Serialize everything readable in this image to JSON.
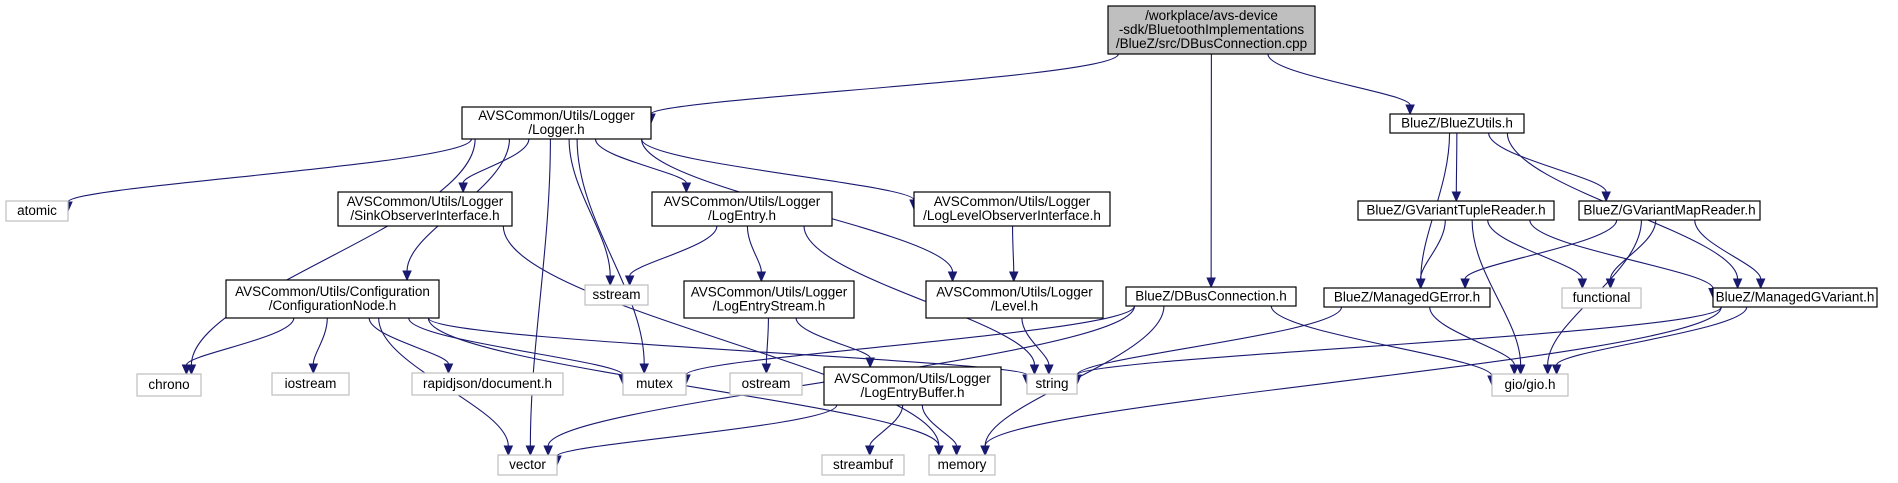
{
  "colors": {
    "edge": "#191970",
    "root_fill": "#bfbfbf",
    "node_fill": "#ffffff",
    "node_border": "#000000",
    "external_border": "#bfbfbf"
  },
  "nodes": [
    {
      "id": "root",
      "kind": "root",
      "lines": [
        "/workplace/avs-device",
        "-sdk/BluetoothImplementations",
        "/BlueZ/src/DBusConnection.cpp"
      ]
    },
    {
      "id": "logger",
      "kind": "file",
      "lines": [
        "AVSCommon/Utils/Logger",
        "/Logger.h"
      ]
    },
    {
      "id": "dbusconn",
      "kind": "file",
      "lines": [
        "BlueZ/DBusConnection.h"
      ]
    },
    {
      "id": "bluezutils",
      "kind": "file",
      "lines": [
        "BlueZ/BlueZUtils.h"
      ]
    },
    {
      "id": "atomic",
      "kind": "external",
      "lines": [
        "atomic"
      ]
    },
    {
      "id": "sinkobs",
      "kind": "file",
      "lines": [
        "AVSCommon/Utils/Logger",
        "/SinkObserverInterface.h"
      ]
    },
    {
      "id": "logentry",
      "kind": "file",
      "lines": [
        "AVSCommon/Utils/Logger",
        "/LogEntry.h"
      ]
    },
    {
      "id": "loglevelobs",
      "kind": "file",
      "lines": [
        "AVSCommon/Utils/Logger",
        "/LogLevelObserverInterface.h"
      ]
    },
    {
      "id": "confignode",
      "kind": "file",
      "lines": [
        "AVSCommon/Utils/Configuration",
        "/ConfigurationNode.h"
      ]
    },
    {
      "id": "sstream",
      "kind": "external",
      "lines": [
        "sstream"
      ]
    },
    {
      "id": "logentrystream",
      "kind": "file",
      "lines": [
        "AVSCommon/Utils/Logger",
        "/LogEntryStream.h"
      ]
    },
    {
      "id": "level",
      "kind": "file",
      "lines": [
        "AVSCommon/Utils/Logger",
        "/Level.h"
      ]
    },
    {
      "id": "tuplereader",
      "kind": "file",
      "lines": [
        "BlueZ/GVariantTupleReader.h"
      ]
    },
    {
      "id": "mapreader",
      "kind": "file",
      "lines": [
        "BlueZ/GVariantMapReader.h"
      ]
    },
    {
      "id": "managedgerror",
      "kind": "file",
      "lines": [
        "BlueZ/ManagedGError.h"
      ]
    },
    {
      "id": "functional",
      "kind": "external",
      "lines": [
        "functional"
      ]
    },
    {
      "id": "managedgvariant",
      "kind": "file",
      "lines": [
        "BlueZ/ManagedGVariant.h"
      ]
    },
    {
      "id": "chrono",
      "kind": "external",
      "lines": [
        "chrono"
      ]
    },
    {
      "id": "iostream",
      "kind": "external",
      "lines": [
        "iostream"
      ]
    },
    {
      "id": "rapidjson",
      "kind": "external",
      "lines": [
        "rapidjson/document.h"
      ]
    },
    {
      "id": "mutex",
      "kind": "external",
      "lines": [
        "mutex"
      ]
    },
    {
      "id": "ostream",
      "kind": "external",
      "lines": [
        "ostream"
      ]
    },
    {
      "id": "logentrybuffer",
      "kind": "file",
      "lines": [
        "AVSCommon/Utils/Logger",
        "/LogEntryBuffer.h"
      ]
    },
    {
      "id": "string",
      "kind": "external",
      "lines": [
        "string"
      ]
    },
    {
      "id": "giogio",
      "kind": "external",
      "lines": [
        "gio/gio.h"
      ]
    },
    {
      "id": "vector",
      "kind": "external",
      "lines": [
        "vector"
      ]
    },
    {
      "id": "streambuf",
      "kind": "external",
      "lines": [
        "streambuf"
      ]
    },
    {
      "id": "memory",
      "kind": "external",
      "lines": [
        "memory"
      ]
    }
  ],
  "edges": [
    [
      "root",
      "logger"
    ],
    [
      "root",
      "dbusconn"
    ],
    [
      "root",
      "bluezutils"
    ],
    [
      "logger",
      "atomic"
    ],
    [
      "logger",
      "vector"
    ],
    [
      "logger",
      "chrono"
    ],
    [
      "logger",
      "confignode"
    ],
    [
      "logger",
      "sinkobs"
    ],
    [
      "logger",
      "mutex"
    ],
    [
      "logger",
      "sstream"
    ],
    [
      "logger",
      "logentry"
    ],
    [
      "logger",
      "level"
    ],
    [
      "logger",
      "loglevelobs"
    ],
    [
      "sinkobs",
      "memory"
    ],
    [
      "logentry",
      "sstream"
    ],
    [
      "logentry",
      "logentrystream"
    ],
    [
      "logentry",
      "string"
    ],
    [
      "loglevelobs",
      "level"
    ],
    [
      "level",
      "string"
    ],
    [
      "confignode",
      "chrono"
    ],
    [
      "confignode",
      "iostream"
    ],
    [
      "confignode",
      "rapidjson"
    ],
    [
      "confignode",
      "mutex"
    ],
    [
      "confignode",
      "string"
    ],
    [
      "confignode",
      "vector"
    ],
    [
      "confignode",
      "memory"
    ],
    [
      "logentrystream",
      "ostream"
    ],
    [
      "logentrystream",
      "logentrybuffer"
    ],
    [
      "logentrybuffer",
      "vector"
    ],
    [
      "logentrybuffer",
      "streambuf"
    ],
    [
      "logentrybuffer",
      "memory"
    ],
    [
      "dbusconn",
      "mutex"
    ],
    [
      "dbusconn",
      "vector"
    ],
    [
      "dbusconn",
      "memory"
    ],
    [
      "dbusconn",
      "giogio"
    ],
    [
      "bluezutils",
      "managedgerror"
    ],
    [
      "bluezutils",
      "tuplereader"
    ],
    [
      "bluezutils",
      "mapreader"
    ],
    [
      "bluezutils",
      "managedgvariant"
    ],
    [
      "tuplereader",
      "managedgerror"
    ],
    [
      "tuplereader",
      "functional"
    ],
    [
      "tuplereader",
      "managedgvariant"
    ],
    [
      "tuplereader",
      "giogio"
    ],
    [
      "mapreader",
      "managedgerror"
    ],
    [
      "mapreader",
      "functional"
    ],
    [
      "mapreader",
      "managedgvariant"
    ],
    [
      "mapreader",
      "giogio"
    ],
    [
      "managedgerror",
      "string"
    ],
    [
      "managedgerror",
      "giogio"
    ],
    [
      "managedgvariant",
      "string"
    ],
    [
      "managedgvariant",
      "giogio"
    ],
    [
      "managedgvariant",
      "memory"
    ]
  ]
}
